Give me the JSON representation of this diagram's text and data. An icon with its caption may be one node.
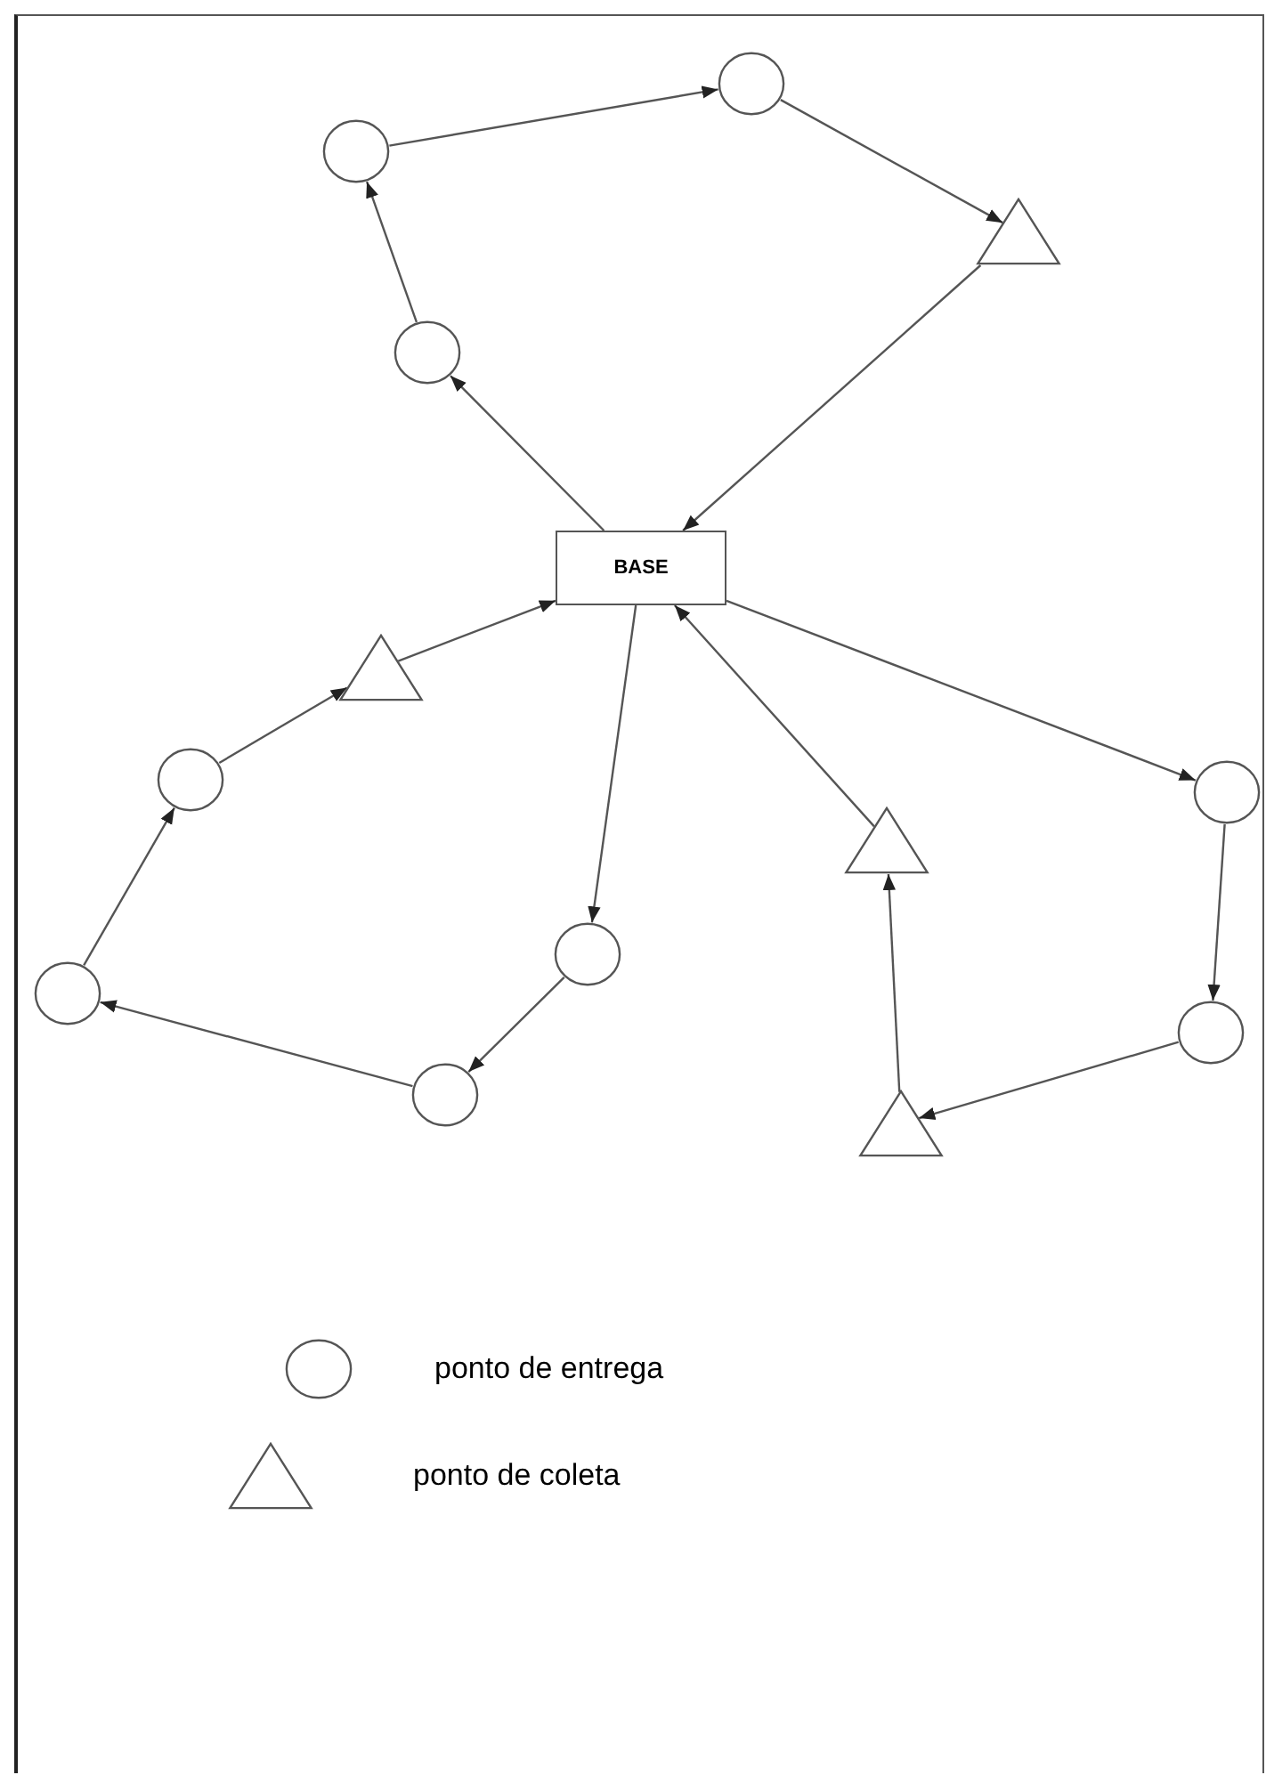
{
  "diagram": {
    "nodes": [
      {
        "text": [],
        "shape": "circle"
      },
      {
        "text": [],
        "shape": "circle"
      },
      {
        "text": [],
        "shape": "triangle"
      },
      {
        "text": [],
        "shape": "circle"
      },
      {
        "text": [
          "BASE"
        ]
      },
      {
        "text": [],
        "shape": "triangle"
      },
      {
        "text": [],
        "shape": "circle"
      },
      {
        "text": [],
        "shape": "circle"
      },
      {
        "text": [],
        "shape": "triangle"
      },
      {
        "text": [],
        "shape": "circle"
      },
      {
        "text": [],
        "shape": "circle"
      },
      {
        "text": [],
        "shape": "circle"
      },
      {
        "text": [],
        "shape": "circle"
      },
      {
        "text": [],
        "shape": "triangle"
      }
    ],
    "edges": [
      {
        "from": 4,
        "to": 3,
        "arrow": "to"
      },
      {
        "from": 3,
        "to": 1,
        "arrow": "to"
      },
      {
        "from": 1,
        "to": 0,
        "arrow": "to"
      },
      {
        "from": 0,
        "to": 2,
        "arrow": "to"
      },
      {
        "from": 2,
        "to": 4,
        "arrow": "to"
      },
      {
        "from": 4,
        "to": 9,
        "arrow": "to"
      },
      {
        "from": 9,
        "to": 12,
        "arrow": "to"
      },
      {
        "from": 12,
        "to": 10,
        "arrow": "to"
      },
      {
        "from": 10,
        "to": 6,
        "arrow": "to"
      },
      {
        "from": 6,
        "to": 5,
        "arrow": "to"
      },
      {
        "from": 5,
        "to": 4,
        "arrow": "to"
      },
      {
        "from": 4,
        "to": 7,
        "arrow": "to"
      },
      {
        "from": 7,
        "to": 11,
        "arrow": "to"
      },
      {
        "from": 11,
        "to": 13,
        "arrow": "to"
      },
      {
        "from": 13,
        "to": 8,
        "arrow": "to"
      },
      {
        "from": 8,
        "to": 4,
        "arrow": "to"
      }
    ],
    "legend": [
      {
        "text": "ponto de entrega"
      },
      {
        "text": "ponto de coleta"
      }
    ]
  }
}
